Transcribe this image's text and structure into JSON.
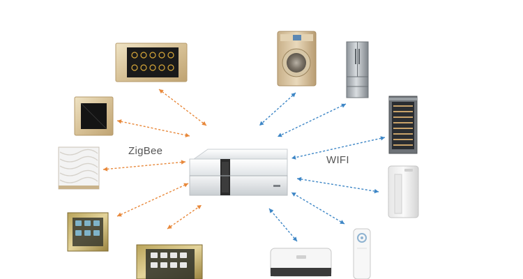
{
  "labels": {
    "zigbee": "ZigBee",
    "wifi": "WIFI"
  },
  "colors": {
    "zigbee_arrow": "#e8883a",
    "wifi_arrow": "#3d86c6",
    "gold_panel": "#d8c49a",
    "hub_body": "#eef0f2",
    "hub_accent": "#2b2b2b"
  },
  "devices": {
    "zigbee": [
      "touch-screen-panel",
      "single-glass-switch",
      "wave-texture-switch",
      "brass-keypad-small",
      "brass-keypad-large"
    ],
    "wifi": [
      "washing-machine",
      "refrigerator",
      "wine-cooler",
      "air-purifier",
      "water-heater",
      "standing-air-conditioner"
    ]
  },
  "icons": {
    "hub": "gateway-hub-icon"
  }
}
